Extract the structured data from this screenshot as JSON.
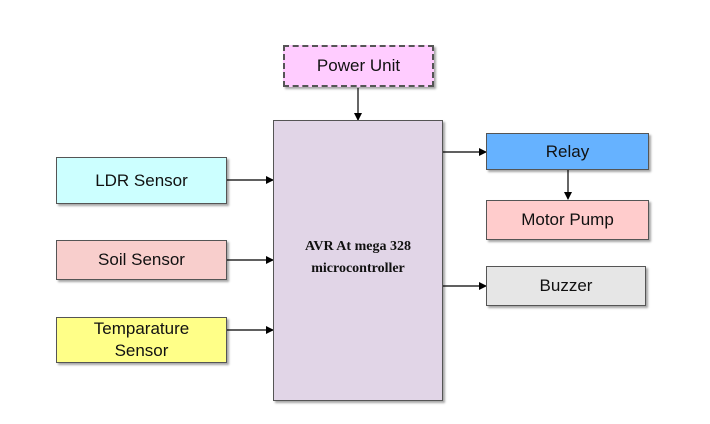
{
  "blocks": {
    "power_unit": {
      "label": "Power Unit",
      "fill": "#ffccff"
    },
    "ldr_sensor": {
      "label": "LDR Sensor",
      "fill": "#ccffff"
    },
    "soil_sensor": {
      "label": "Soil Sensor",
      "fill": "#f8cecc"
    },
    "temperature_sensor": {
      "label": "Temparature\nSensor",
      "fill": "#ffff88"
    },
    "microcontroller": {
      "label": "AVR At mega 328\nmicrocontroller",
      "fill": "#e1d5e7"
    },
    "relay": {
      "label": "Relay",
      "fill": "#66b2ff"
    },
    "motor_pump": {
      "label": "Motor Pump",
      "fill": "#ffcccc"
    },
    "buzzer": {
      "label": "Buzzer",
      "fill": "#e6e6e6"
    }
  }
}
